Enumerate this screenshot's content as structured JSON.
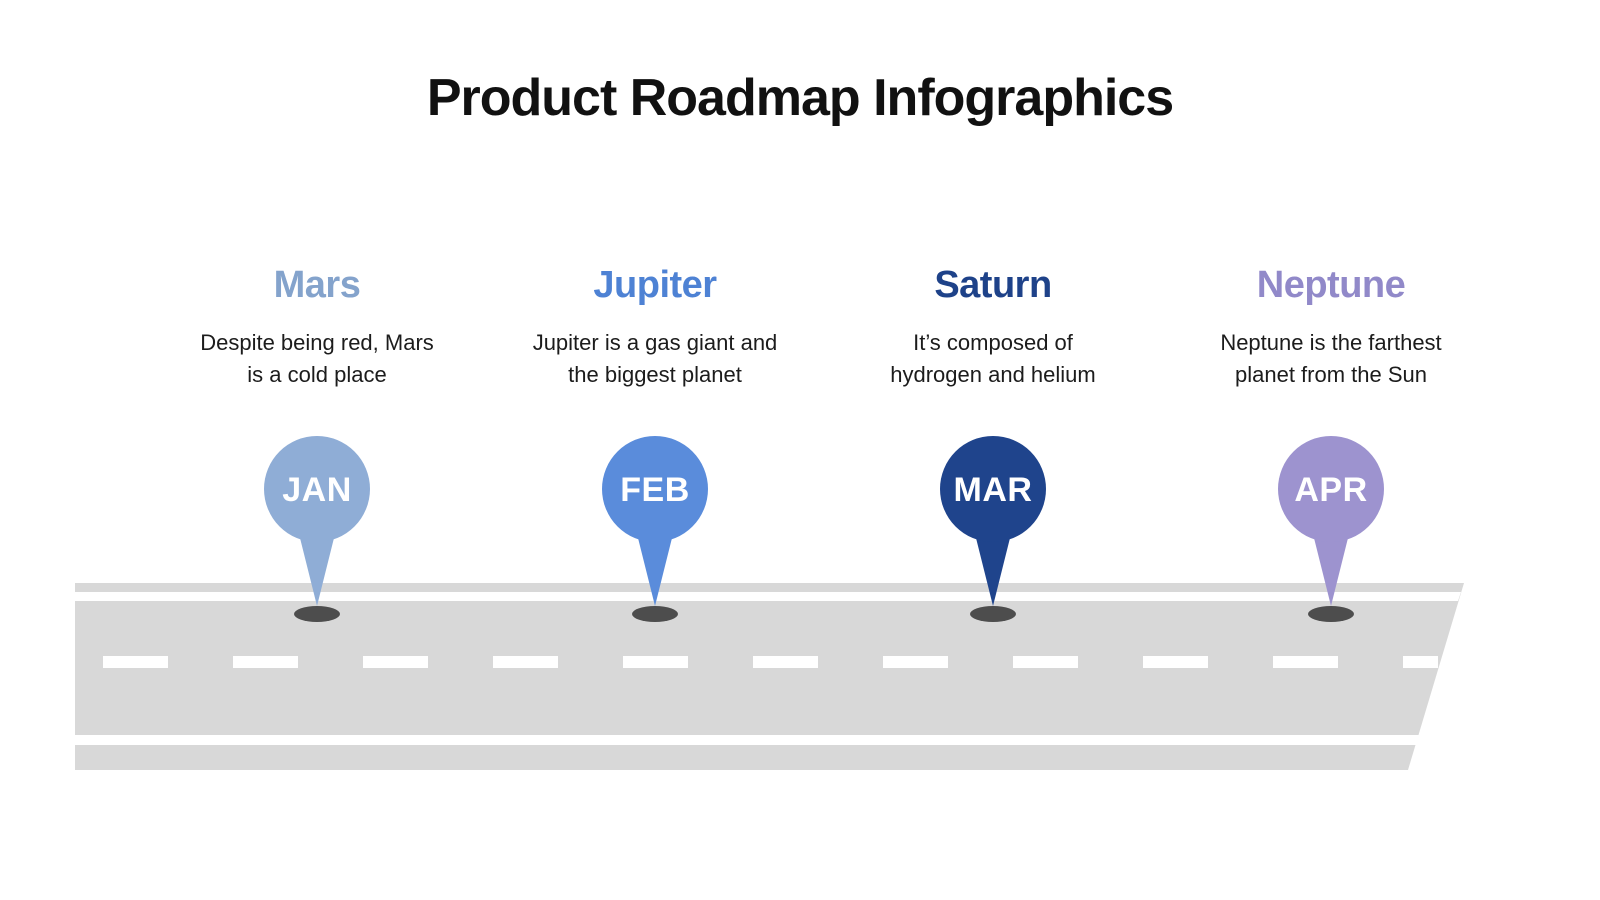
{
  "title": "Product Roadmap Infographics",
  "milestones": [
    {
      "name": "Mars",
      "color": "#84a3cc",
      "pin_color": "#8fadd6",
      "month": "JAN",
      "desc_line1": "Despite being red, Mars",
      "desc_line2": "is a cold place"
    },
    {
      "name": "Jupiter",
      "color": "#4e82d4",
      "pin_color": "#5a8cdb",
      "month": "FEB",
      "desc_line1": "Jupiter is a gas giant and",
      "desc_line2": "the biggest planet"
    },
    {
      "name": "Saturn",
      "color": "#1e4289",
      "pin_color": "#1f448c",
      "month": "MAR",
      "desc_line1": "It’s composed of",
      "desc_line2": "hydrogen and helium"
    },
    {
      "name": "Neptune",
      "color": "#9189c9",
      "pin_color": "#9d93cf",
      "month": "APR",
      "desc_line1": "Neptune is the farthest",
      "desc_line2": "planet from the Sun"
    }
  ],
  "road": {
    "surface_color": "#d8d8d8",
    "marking_color": "#ffffff",
    "shadow_color": "#4d4d4d"
  }
}
